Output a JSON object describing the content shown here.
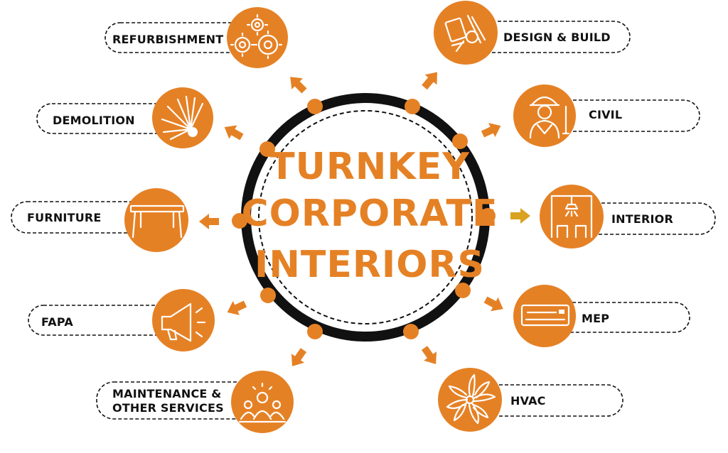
{
  "center": {
    "title_lines": [
      "TURNKEY",
      "CORPORATE",
      "INTERIORS"
    ]
  },
  "colors": {
    "accent": "#e58125",
    "highlight_arrow": "#d9a21f",
    "ring": "#111111",
    "text": "#111111"
  },
  "services": [
    {
      "label": "REFURBISHMENT",
      "icon": "gears-icon"
    },
    {
      "label": "DEMOLITION",
      "icon": "explosion-icon"
    },
    {
      "label": "FURNITURE",
      "icon": "table-icon"
    },
    {
      "label": "FAPA",
      "icon": "megaphone-icon"
    },
    {
      "label": "MAINTENANCE &",
      "label2": "OTHER SERVICES",
      "icon": "team-icon"
    },
    {
      "label": "DESIGN & BUILD",
      "icon": "design-tools-icon"
    },
    {
      "label": "CIVIL",
      "icon": "worker-icon"
    },
    {
      "label": "INTERIOR",
      "icon": "room-lamp-icon"
    },
    {
      "label": "MEP",
      "icon": "air-conditioner-icon"
    },
    {
      "label": "HVAC",
      "icon": "fan-icon"
    }
  ]
}
